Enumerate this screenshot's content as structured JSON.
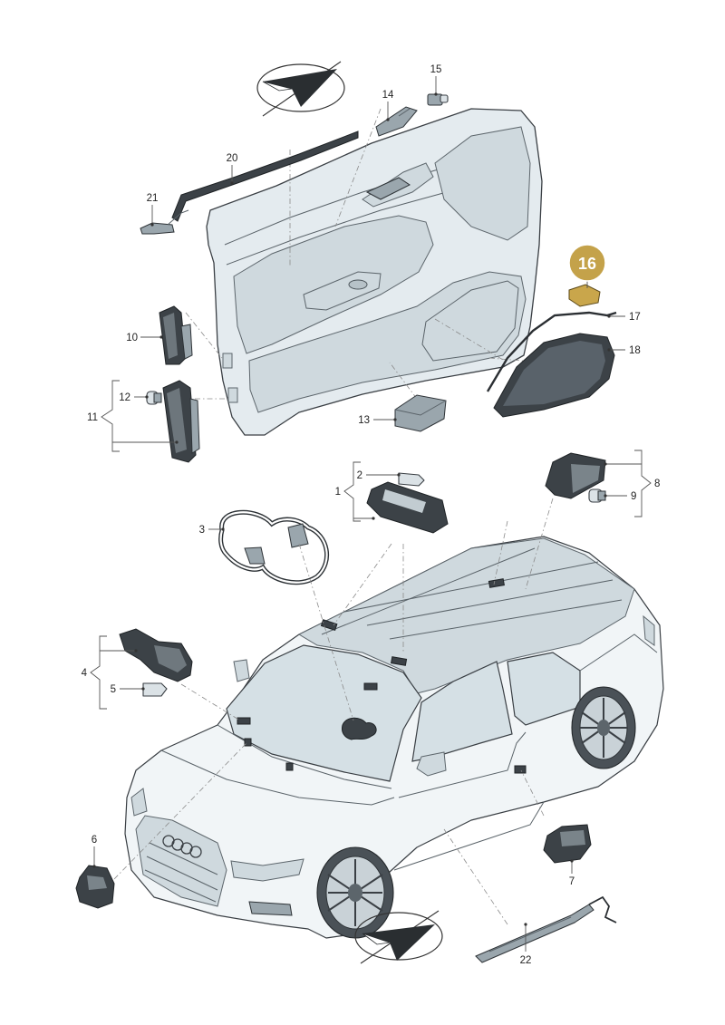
{
  "callouts": [
    {
      "id": "c1",
      "label": "1"
    },
    {
      "id": "c2",
      "label": "2"
    },
    {
      "id": "c3",
      "label": "3"
    },
    {
      "id": "c4",
      "label": "4"
    },
    {
      "id": "c5",
      "label": "5"
    },
    {
      "id": "c6",
      "label": "6"
    },
    {
      "id": "c7",
      "label": "7"
    },
    {
      "id": "c8",
      "label": "8"
    },
    {
      "id": "c9",
      "label": "9"
    },
    {
      "id": "c10",
      "label": "10"
    },
    {
      "id": "c11",
      "label": "11"
    },
    {
      "id": "c12",
      "label": "12"
    },
    {
      "id": "c13",
      "label": "13"
    },
    {
      "id": "c14",
      "label": "14"
    },
    {
      "id": "c15",
      "label": "15"
    },
    {
      "id": "c17",
      "label": "17"
    },
    {
      "id": "c18",
      "label": "18"
    },
    {
      "id": "c20",
      "label": "20"
    },
    {
      "id": "c21",
      "label": "21"
    },
    {
      "id": "c22",
      "label": "22"
    }
  ],
  "highlight": {
    "label": "16",
    "color": "#c4a24a",
    "text_color": "#ffffff"
  },
  "colors": {
    "part_fill": "#dbe2e6",
    "outline": "#3a3f44",
    "panel_fill": "#e4ebef"
  },
  "icons": [
    "direction-arrow-icon",
    "direction-arrow-icon"
  ]
}
